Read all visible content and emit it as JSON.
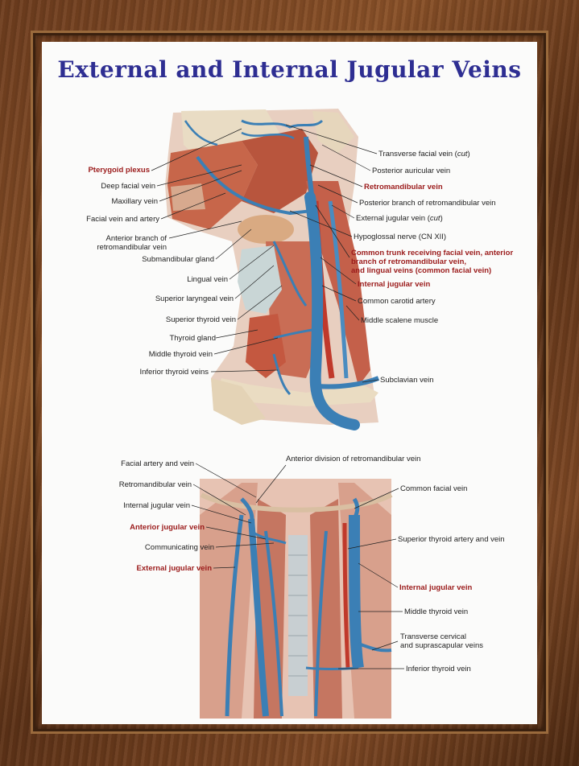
{
  "title": "External and Internal Jugular Veins",
  "colors": {
    "vein": "#3b7fb5",
    "artery": "#c0392b",
    "muscle": "#c66a4a",
    "highlight": "#9b1b1b",
    "title": "#2e2e92"
  },
  "top": {
    "left_labels": [
      "Pterygoid plexus",
      "Deep facial vein",
      "Maxillary vein",
      "Facial vein and artery",
      "Anterior branch of",
      "retromandibular vein",
      "Submandibular gland",
      "Lingual vein",
      "Superior laryngeal vein",
      "Superior thyroid vein",
      "Thyroid gland",
      "Middle thyroid vein",
      "Inferior thyroid veins"
    ],
    "right_labels": {
      "transverse_facial": "Transverse facial vein (",
      "transverse_facial_cut": "cut",
      "transverse_facial_end": ")",
      "posterior_auricular": "Posterior auricular vein",
      "retromandibular": "Retromandibular vein",
      "posterior_branch": "Posterior branch of retromandibular vein",
      "external_jugular": "External jugular vein (",
      "external_jugular_cut": "cut",
      "external_jugular_end": ")",
      "hypoglossal": "Hypoglossal nerve (CN XII)",
      "common_trunk_1": "Common trunk receiving facial vein, anterior",
      "common_trunk_2": "branch of retromandibular vein,",
      "common_trunk_3": "and lingual veins (common facial vein)",
      "internal_jugular": "Internal jugular vein",
      "common_carotid": "Common carotid artery",
      "middle_scalene": "Middle scalene muscle",
      "subclavian": "Subclavian vein"
    }
  },
  "bottom": {
    "left_labels": [
      "Facial artery and vein",
      "Retromandibular vein",
      "Internal jugular vein",
      "Anterior jugular vein",
      "Communicating vein",
      "External jugular vein"
    ],
    "right_labels": [
      "Anterior division of retromandibular vein",
      "Common facial vein",
      "Superior thyroid artery and vein",
      "Internal jugular vein",
      "Middle thyroid vein",
      "Transverse cervical",
      "and suprascapular veins",
      "Inferior thyroid vein"
    ]
  }
}
